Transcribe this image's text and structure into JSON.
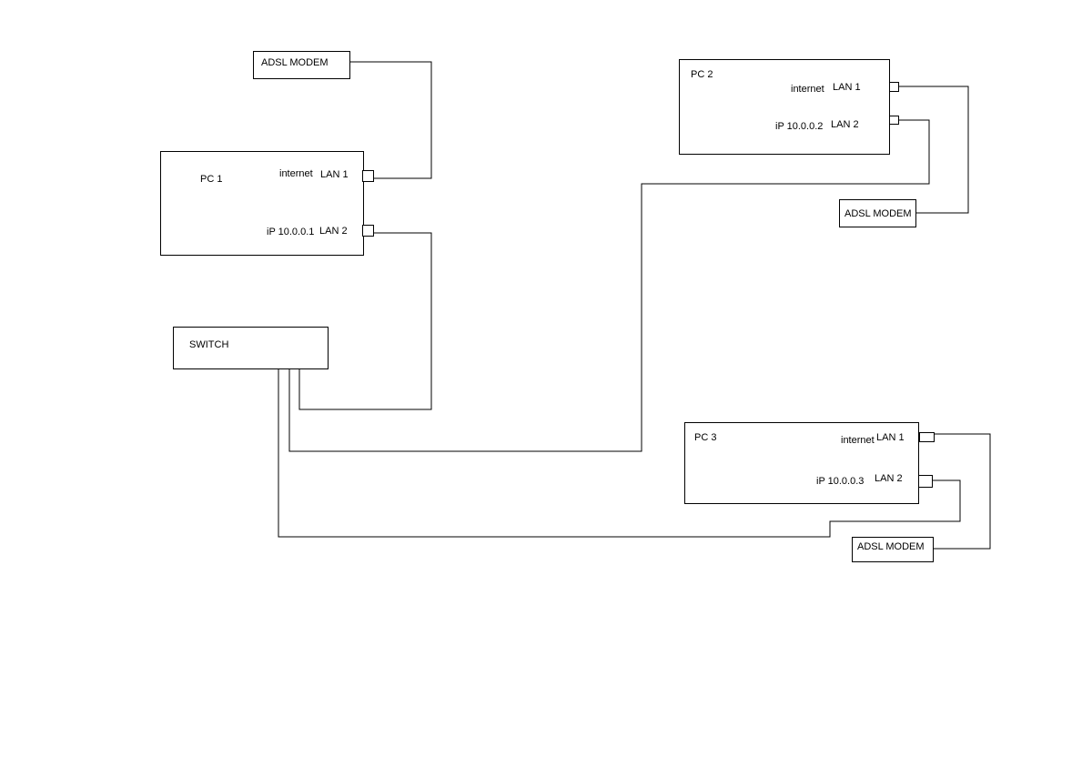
{
  "modem1": {
    "label": "ADSL MODEM"
  },
  "pc1": {
    "label": "PC 1",
    "internet": "internet",
    "lan1": "LAN 1",
    "ip": "iP 10.0.0.1",
    "lan2": "LAN 2"
  },
  "switch": {
    "label": "SWITCH"
  },
  "pc2": {
    "label": "PC 2",
    "internet": "internet",
    "lan1": "LAN 1",
    "ip": "iP  10.0.0.2",
    "lan2": "LAN 2"
  },
  "modem2": {
    "label": "ADSL MODEM"
  },
  "pc3": {
    "label": "PC 3",
    "internet": "internet",
    "lan1": "LAN 1",
    "ip": "iP  10.0.0.3",
    "lan2": "LAN 2"
  },
  "modem3": {
    "label": "ADSL MODEM"
  }
}
